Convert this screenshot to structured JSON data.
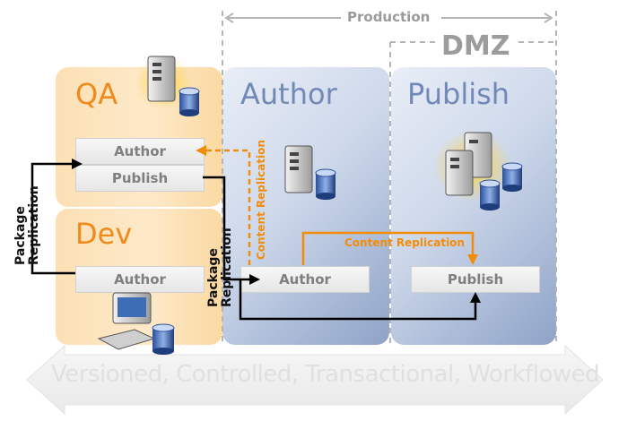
{
  "header": {
    "production_label": "Production",
    "dmz_label": "DMZ"
  },
  "panels": {
    "qa": {
      "title": "QA",
      "boxes": [
        "Author",
        "Publish"
      ]
    },
    "dev": {
      "title": "Dev",
      "boxes": [
        "Author"
      ]
    },
    "author": {
      "title": "Author",
      "boxes": [
        "Author"
      ]
    },
    "publish": {
      "title": "Publish",
      "boxes": [
        "Publish"
      ]
    }
  },
  "connectors": {
    "package_replication_left": [
      "Package",
      "Replication"
    ],
    "package_replication_mid": [
      "Package",
      "Replication"
    ],
    "content_replication_vertical": "Content Replication",
    "content_replication_horizontal": "Content Replication"
  },
  "footer": {
    "band_text": "Versioned, Controlled, Transactional, Workflowed"
  },
  "colors": {
    "orange_accent": "#f08a1c",
    "blue_title": "#7289b8",
    "dmz_gray": "#9c9c9c"
  },
  "icons": [
    "server-icon",
    "database-icon",
    "workstation-icon"
  ]
}
